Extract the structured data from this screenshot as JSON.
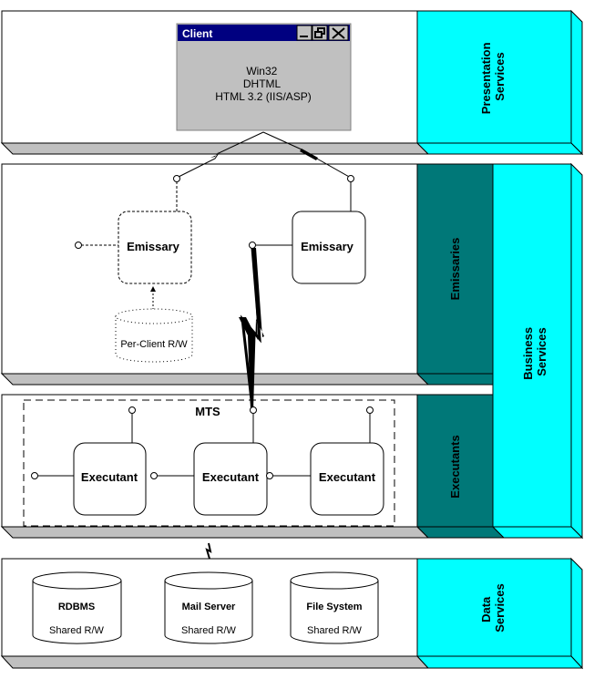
{
  "colors": {
    "cyan": "#00ffff",
    "teal": "#007878",
    "bevel_gray": "#c0c0c0",
    "window_title_bg": "#000080",
    "window_body": "#c0c0c0"
  },
  "layers": {
    "presentation": {
      "label_line1": "Presentation",
      "label_line2": "Services"
    },
    "emissaries": {
      "label": "Emissaries"
    },
    "executants": {
      "label": "Executants"
    },
    "business": {
      "label_line1": "Business",
      "label_line2": "Services"
    },
    "data": {
      "label_line1": "Data",
      "label_line2": "Services"
    }
  },
  "client_window": {
    "title": "Client",
    "buttons": [
      "minimize",
      "restore",
      "close"
    ],
    "lines": [
      "Win32",
      "DHTML",
      "HTML 3.2 (IIS/ASP)"
    ]
  },
  "emissaries": [
    {
      "label": "Emissary",
      "style": "dashed"
    },
    {
      "label": "Emissary",
      "style": "solid"
    }
  ],
  "per_client_store": {
    "label": "Per-Client R/W"
  },
  "mts": {
    "label": "MTS",
    "executants": [
      {
        "label": "Executant"
      },
      {
        "label": "Executant"
      },
      {
        "label": "Executant"
      }
    ]
  },
  "data_stores": [
    {
      "title": "RDBMS",
      "subtitle": "Shared R/W"
    },
    {
      "title": "Mail Server",
      "subtitle": "Shared R/W"
    },
    {
      "title": "File System",
      "subtitle": "Shared R/W"
    }
  ]
}
